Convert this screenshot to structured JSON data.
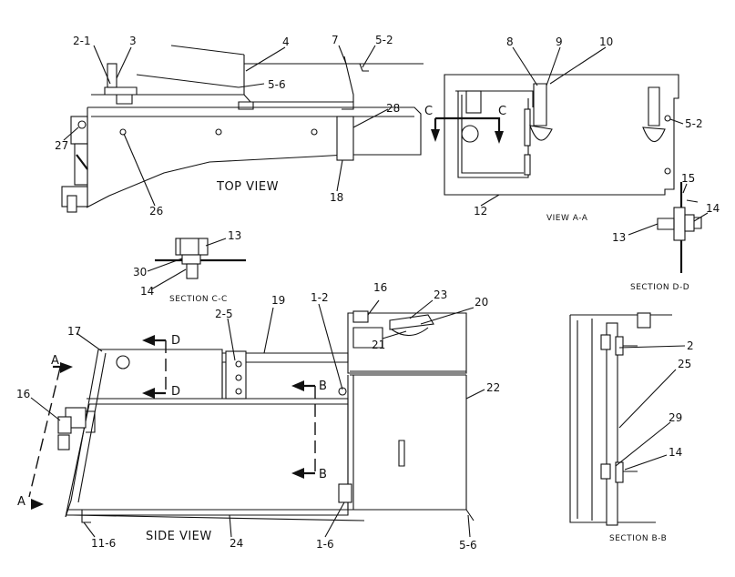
{
  "views": {
    "top_view": "TOP VIEW",
    "side_view": "SIDE VIEW",
    "view_aa": "VIEW A-A",
    "section_cc": "SECTION C-C",
    "section_dd": "SECTION D-D",
    "section_bb": "SECTION B-B"
  },
  "section_letters": {
    "a_top": "A",
    "a_bottom": "A",
    "b_top": "B",
    "b_bottom": "B",
    "c_left": "C",
    "c_right": "C",
    "d_top": "D",
    "d_bottom": "D"
  },
  "callouts": {
    "c2_1": "2-1",
    "c3": "3",
    "c4": "4",
    "c5_6_top": "5-6",
    "c7": "7",
    "c5_2_top": "5-2",
    "c8": "8",
    "c9": "9",
    "c10": "10",
    "c5_2_right": "5-2",
    "c28": "28",
    "c27": "27",
    "c26": "26",
    "c18": "18",
    "c12": "12",
    "c15": "15",
    "c14_dd": "14",
    "c13_dd": "13",
    "c13_cc": "13",
    "c30": "30",
    "c14_cc": "14",
    "c16_top": "16",
    "c23": "23",
    "c20": "20",
    "c1_2": "1-2",
    "c19": "19",
    "c2_5": "2-5",
    "c17": "17",
    "c21": "21",
    "c22": "22",
    "c16_left": "16",
    "c2_bb": "2",
    "c25": "25",
    "c29": "29",
    "c14_bb": "14",
    "c11_6": "11-6",
    "c24": "24",
    "c1_6": "1-6",
    "c5_6_bottom": "5-6"
  }
}
